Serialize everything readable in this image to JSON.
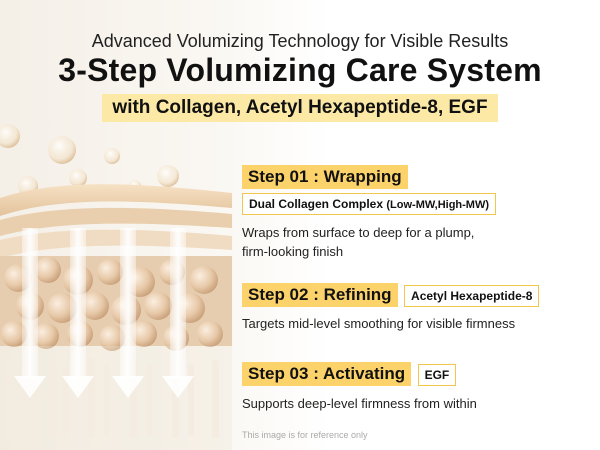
{
  "header": {
    "subtitle": "Advanced Volumizing Technology for Visible Results",
    "title": "3-Step Volumizing Care System",
    "highlight": "with Collagen, Acetyl Hexapeptide-8, EGF"
  },
  "steps": [
    {
      "label": "Step 01 : Wrapping",
      "ingredient": "Dual Collagen Complex",
      "ingredient_detail": "(Low-MW,High-MW)",
      "description_lines": [
        "Wraps from surface to deep for a plump,",
        "firm-looking finish"
      ]
    },
    {
      "label": "Step 02 : Refining",
      "ingredient": "Acetyl Hexapeptide-8",
      "description_lines": [
        "Targets mid-level smoothing for visible firmness"
      ]
    },
    {
      "label": "Step 03 : Activating",
      "ingredient": "EGF",
      "description_lines": [
        "Supports deep-level firmness from within"
      ]
    }
  ],
  "footer": {
    "note": "This image is for reference only"
  },
  "colors": {
    "accent": "#fcd36a",
    "highlight": "#fde9a6",
    "border": "#f2c64c"
  }
}
